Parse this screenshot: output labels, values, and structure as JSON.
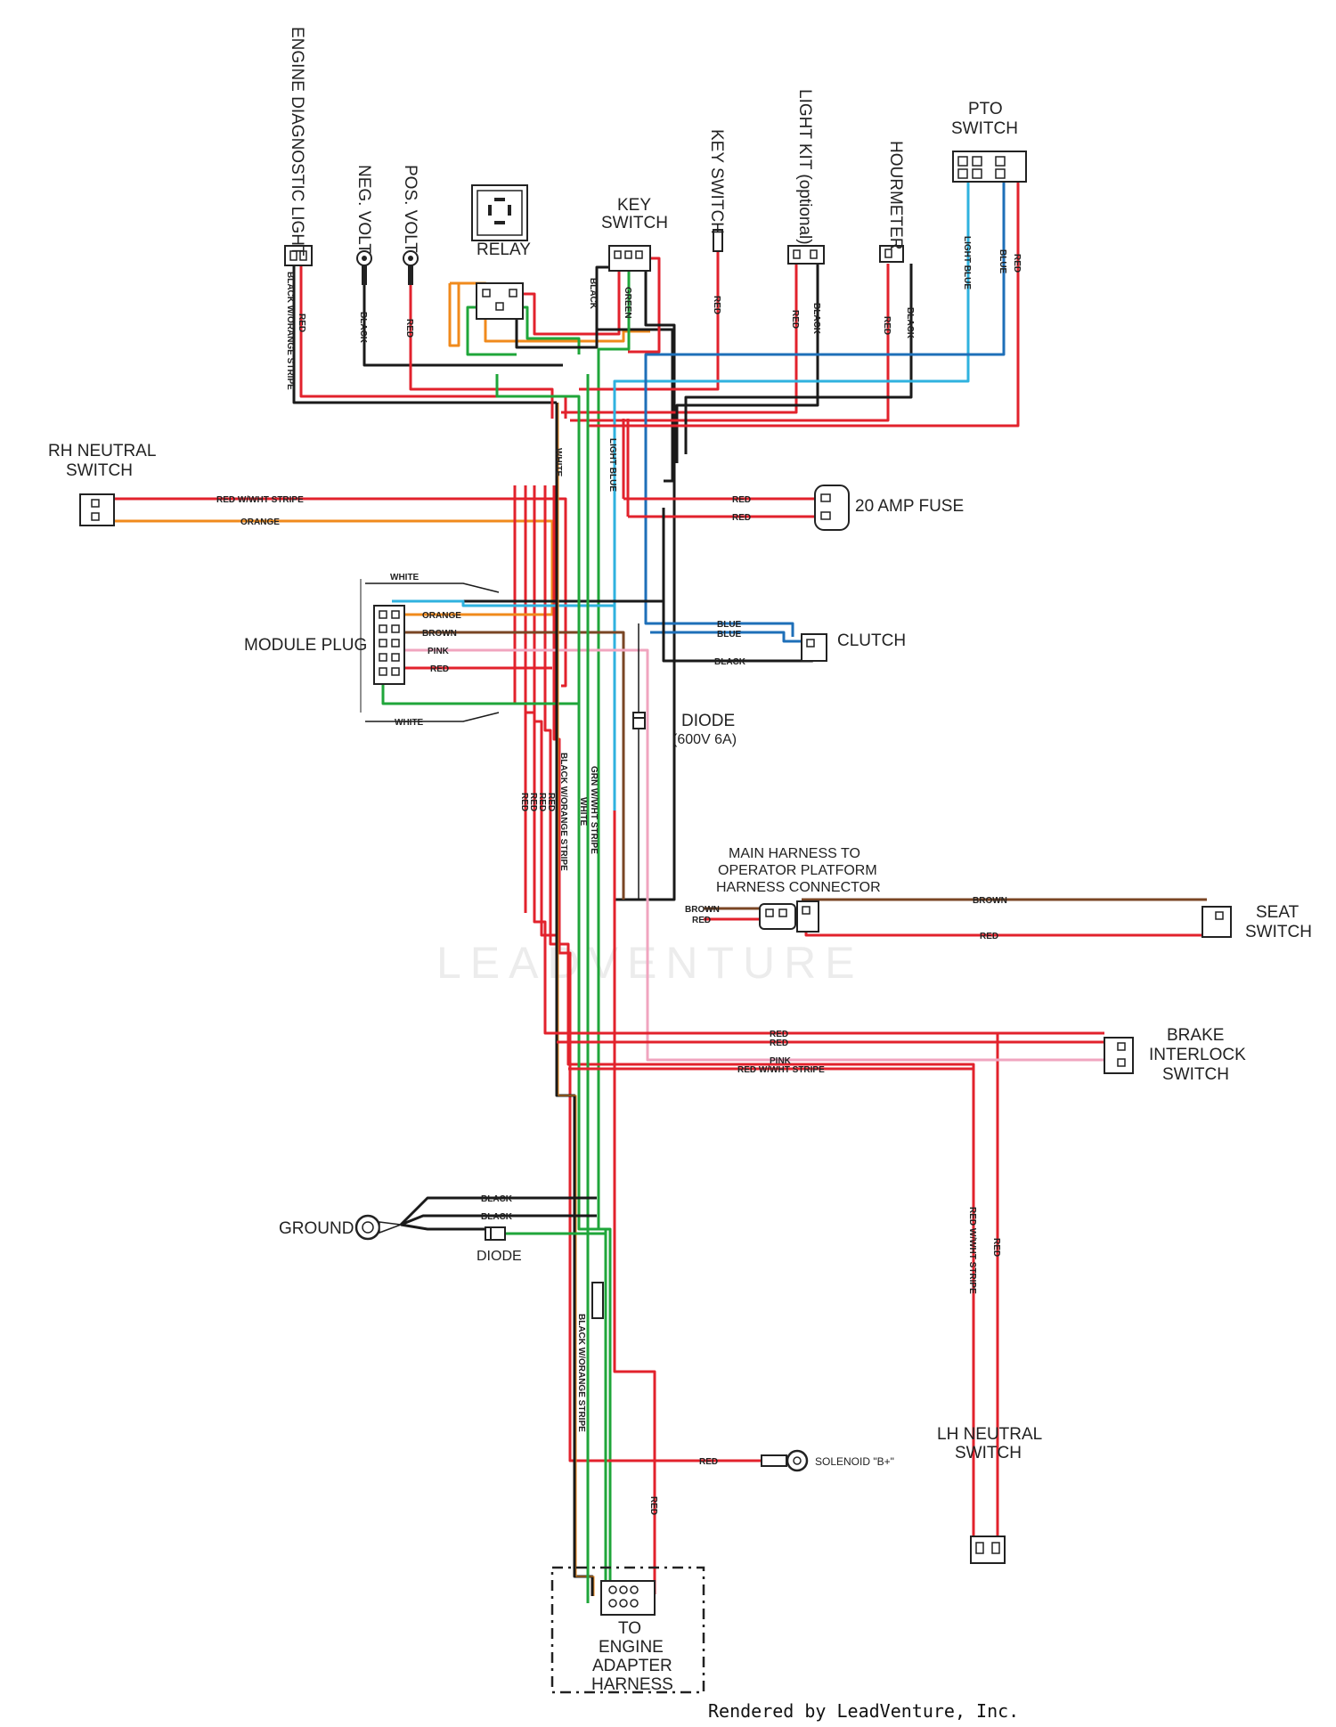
{
  "colors": {
    "red": "#e2222c",
    "black": "#1a1a1a",
    "blue": "#1e6fb8",
    "light_blue": "#2fb2df",
    "green": "#1fa63a",
    "orange": "#f08a1c",
    "pink": "#f0a5bf",
    "brown": "#7a4624"
  },
  "components": {
    "engine_diagnostic_light": "ENGINE DIAGNOSTIC LIGHT",
    "neg_volt": "NEG. VOLT",
    "pos_volt": "POS. VOLT",
    "relay": "RELAY",
    "key_switch_connector": [
      "KEY",
      "SWITCH"
    ],
    "key_switch_lead": "KEY SWITCH",
    "light_kit": "LIGHT KIT (optional)",
    "hourmeter": "HOURMETER",
    "pto_switch": [
      "PTO",
      "SWITCH"
    ],
    "rh_neutral_switch": [
      "RH NEUTRAL",
      "SWITCH"
    ],
    "fuse": "20 AMP FUSE",
    "module_plug": "MODULE PLUG",
    "clutch": "CLUTCH",
    "diode_upper": [
      "DIODE",
      "(600V 6A)"
    ],
    "main_harness": [
      "MAIN HARNESS TO",
      "OPERATOR PLATFORM",
      "HARNESS CONNECTOR"
    ],
    "seat_switch": [
      "SEAT",
      "SWITCH"
    ],
    "brake_interlock_switch": [
      "BRAKE",
      "INTERLOCK",
      "SWITCH"
    ],
    "ground": "GROUND",
    "diode_lower": "DIODE",
    "lh_neutral_switch": [
      "LH NEUTRAL",
      "SWITCH"
    ],
    "solenoid": "SOLENOID \"B+\"",
    "engine_adapter": [
      "TO",
      "ENGINE",
      "ADAPTER",
      "HARNESS"
    ]
  },
  "wire_labels": {
    "red": "RED",
    "black": "BLACK",
    "green": "GREEN",
    "blue": "BLUE",
    "light_blue": "LIGHT BLUE",
    "orange": "ORANGE",
    "brown": "BROWN",
    "pink": "PINK",
    "white": "WHITE",
    "black_orange_stripe": "BLACK W/ORANGE STRIPE",
    "red_white_stripe": "RED W/WHT STRIPE",
    "green_white_stripe": "GRN W/WHT STRIPE"
  },
  "credit": "Rendered by LeadVenture, Inc.",
  "watermark": "LEADVENTURE"
}
